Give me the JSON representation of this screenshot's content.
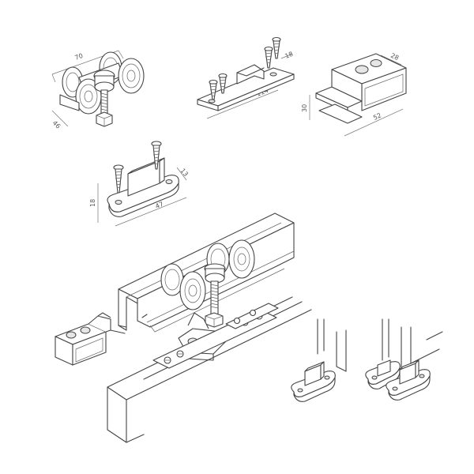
{
  "diagram": {
    "parts": [
      {
        "id": "trolley",
        "dims": [
          "70",
          "46"
        ]
      },
      {
        "id": "end-stop",
        "dims": [
          "114",
          "18"
        ]
      },
      {
        "id": "wall-bracket",
        "dims": [
          "28",
          "30",
          "52"
        ]
      },
      {
        "id": "floor-guide",
        "dims": [
          "18",
          "13",
          "47"
        ]
      }
    ]
  }
}
